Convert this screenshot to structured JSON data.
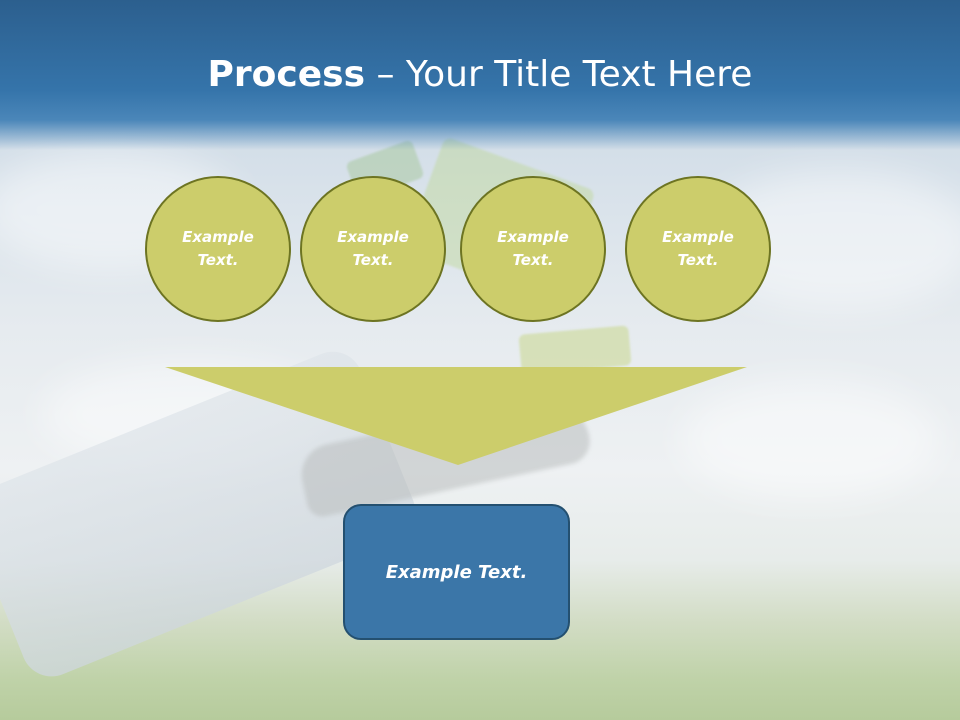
{
  "slide": {
    "title_bold": "Process",
    "title_rest": " – Your Title Text Here"
  },
  "process_steps": [
    {
      "label": "Example\nText."
    },
    {
      "label": "Example\nText."
    },
    {
      "label": "Example\nText."
    },
    {
      "label": "Example\nText."
    }
  ],
  "result_box": {
    "label": "Example Text."
  },
  "colors": {
    "header": "#3574aa",
    "circle_fill": "#cccd6b",
    "circle_border": "#6d7422",
    "funnel": "#cccd6b",
    "result_fill": "#3b76a8"
  }
}
